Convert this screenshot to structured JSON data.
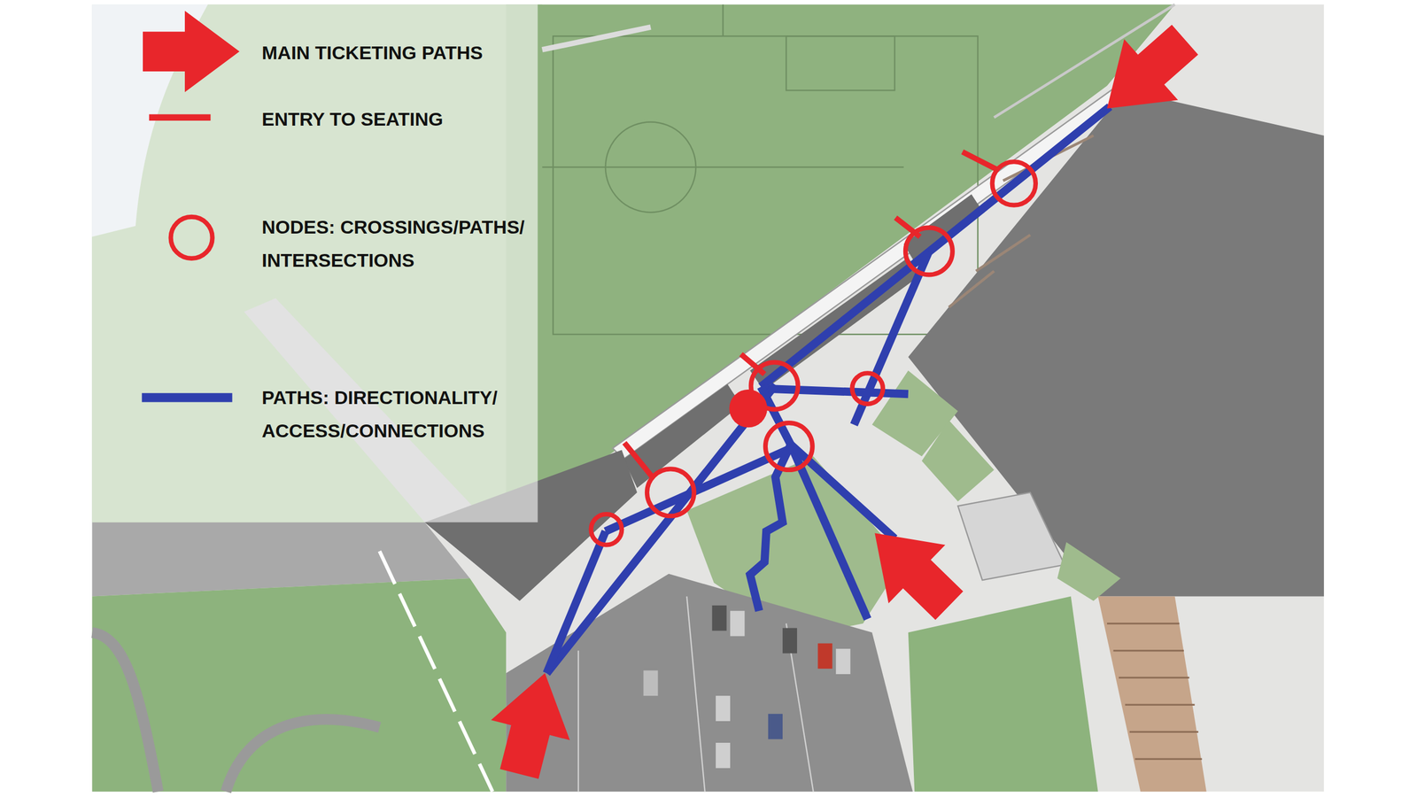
{
  "diagram": {
    "legend": [
      {
        "text": "MAIN TICKETING PATHS"
      },
      {
        "text": "ENTRY TO SEATING"
      },
      {
        "text": "NODES: CROSSINGS/PATHS/ INTERSECTIONS"
      },
      {
        "text": "PATHS: DIRECTIONALITY/ ACCESS/CONNECTIONS"
      }
    ]
  }
}
